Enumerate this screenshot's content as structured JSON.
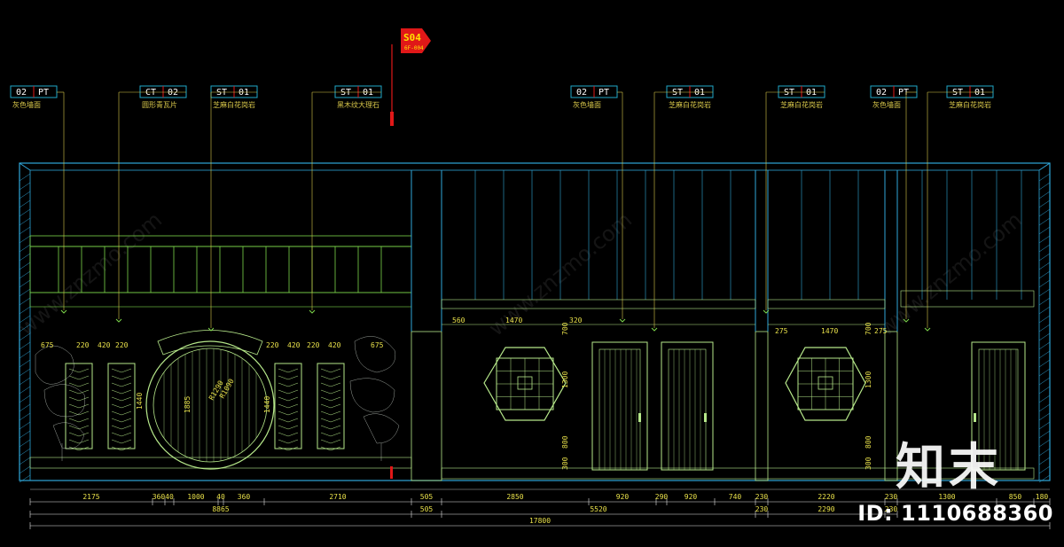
{
  "section_marker": {
    "code": "S04",
    "sub": "6F-004"
  },
  "callouts": [
    {
      "a": "02",
      "b": "PT",
      "desc": "灰色墙面"
    },
    {
      "a": "CT",
      "b": "02",
      "desc": "圆形青瓦片"
    },
    {
      "a": "ST",
      "b": "01",
      "desc": "芝麻白花岗岩"
    },
    {
      "a": "ST",
      "b": "01",
      "desc": "黑木纹大理石"
    },
    {
      "a": "02",
      "b": "PT",
      "desc": "灰色墙面"
    },
    {
      "a": "ST",
      "b": "01",
      "desc": "芝麻白花岗岩"
    },
    {
      "a": "ST",
      "b": "01",
      "desc": "芝麻白花岗岩"
    },
    {
      "a": "02",
      "b": "PT",
      "desc": "灰色墙面"
    },
    {
      "a": "ST",
      "b": "01",
      "desc": "芝麻白花岗岩"
    }
  ],
  "top_dims": [
    "560",
    "1470",
    "320",
    "275",
    "1470",
    "275"
  ],
  "left_top_dims": [
    "675",
    "220",
    "420",
    "220",
    "220",
    "420",
    "220",
    "420",
    "675"
  ],
  "vertical_dims": [
    "1440",
    "1885",
    "1440",
    "700",
    "1300",
    "800",
    "300",
    "700",
    "1300",
    "800",
    "300"
  ],
  "radius_labels": [
    "R1290",
    "R1090"
  ],
  "dims_row1": [
    "2175",
    "360",
    "40",
    "1000",
    "40",
    "360",
    "2710",
    "505",
    "2850",
    "920",
    "290",
    "920",
    "740",
    "230",
    "2220",
    "230",
    "1300",
    "850",
    "180"
  ],
  "dims_row2": [
    "8865",
    "505",
    "5520",
    "230",
    "2290",
    "230"
  ],
  "dims_total": "17800",
  "logo_text": "知末",
  "id_text": "ID: 1110688360",
  "watermark_text": "www.znzmo.com",
  "colors": {
    "frame": "#2fa6d8",
    "lines": "#7cd64a",
    "dims": "#e8e04a",
    "marker": "#e01818"
  }
}
